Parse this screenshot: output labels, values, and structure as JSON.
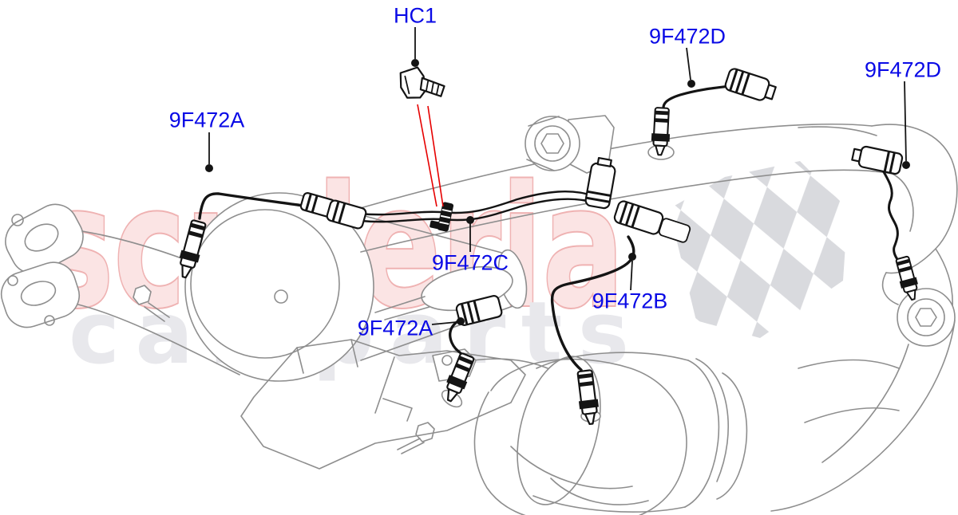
{
  "watermark": {
    "brand": "scuderia",
    "subtext": "car parts"
  },
  "diagram": {
    "description": "Exhaust system oxygen sensor parts diagram",
    "labels": [
      {
        "id": "hc1",
        "text": "HC1"
      },
      {
        "id": "9f472a-front",
        "text": "9F472A"
      },
      {
        "id": "9f472d-center",
        "text": "9F472D"
      },
      {
        "id": "9f472d-rear",
        "text": "9F472D"
      },
      {
        "id": "9f472c",
        "text": "9F472C"
      },
      {
        "id": "9f472b",
        "text": "9F472B"
      },
      {
        "id": "9f472a-lower",
        "text": "9F472A"
      }
    ]
  },
  "colors": {
    "label_blue": "#0a0ae6",
    "leader_red": "#e60000",
    "line_gray": "#8e8e8e",
    "part_black": "#141414",
    "watermark_pink_fill": "#fbe4e4",
    "watermark_pink_stroke": "#efb2b2",
    "watermark_gray": "#e8e8ec",
    "checker_gray": "#d9dade"
  }
}
